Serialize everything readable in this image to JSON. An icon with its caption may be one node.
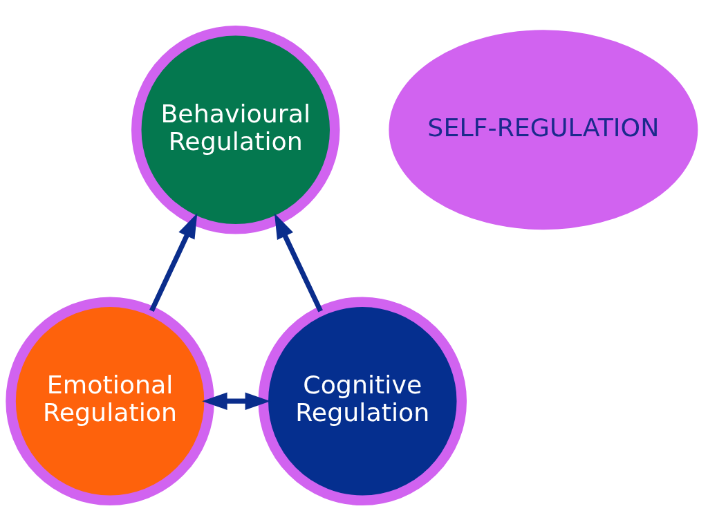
{
  "diagram": {
    "nodes": [
      {
        "text": [
          "Behavioural Regulation"
        ]
      },
      {
        "text": [
          "SELF-REGULATION"
        ]
      },
      {
        "text": [
          "Emotional Regulation"
        ]
      },
      {
        "text": [
          "Cognitive Regulation"
        ]
      }
    ],
    "edges": [
      {
        "from": 2,
        "to": 0,
        "arrow": "to"
      },
      {
        "from": 3,
        "to": 0,
        "arrow": "to"
      },
      {
        "from": 2,
        "to": 3,
        "arrow": "both"
      }
    ]
  }
}
